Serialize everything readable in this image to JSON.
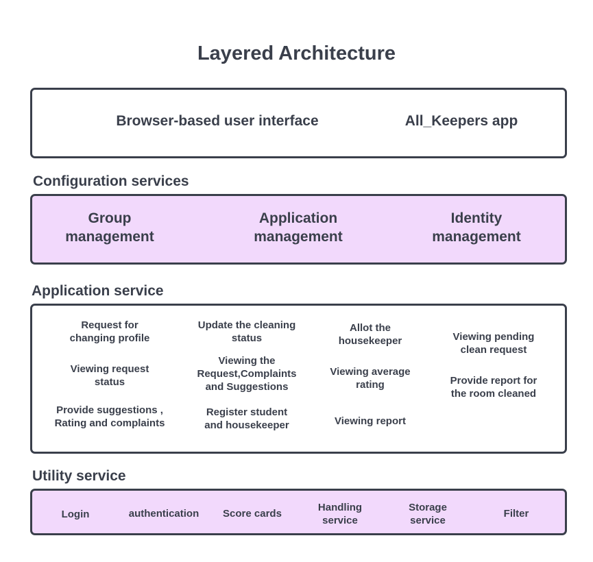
{
  "title": "Layered Architecture",
  "ui_layer": {
    "items": [
      "Browser-based user interface",
      "All_Keepers app"
    ]
  },
  "configuration": {
    "label": "Configuration services",
    "items": [
      [
        "Group",
        "management"
      ],
      [
        "Application",
        "management"
      ],
      [
        "Identity",
        "management"
      ]
    ]
  },
  "application": {
    "label": "Application service",
    "items": [
      [
        "Request for",
        "changing profile"
      ],
      [
        "Viewing request",
        "status"
      ],
      [
        "Provide suggestions ,",
        "Rating and complaints"
      ],
      [
        "Update the cleaning",
        "status"
      ],
      [
        "Viewing the",
        "Request,Complaints",
        "and Suggestions"
      ],
      [
        "Register student",
        "and housekeeper"
      ],
      [
        "Allot the",
        "housekeeper"
      ],
      [
        "Viewing average",
        "rating"
      ],
      [
        "Viewing report"
      ],
      [
        "Viewing pending",
        "clean request"
      ],
      [
        "Provide report for",
        "the room cleaned"
      ]
    ]
  },
  "utility": {
    "label": "Utility service",
    "items": [
      [
        "Login"
      ],
      [
        "authentication"
      ],
      [
        "Score cards"
      ],
      [
        "Handling",
        "service"
      ],
      [
        "Storage",
        "service"
      ],
      [
        "Filter"
      ]
    ]
  },
  "colors": {
    "border": "#3a3f4b",
    "text": "#3a3f4b",
    "lilac_fill": "#f2d9fc",
    "white_fill": "#ffffff"
  }
}
